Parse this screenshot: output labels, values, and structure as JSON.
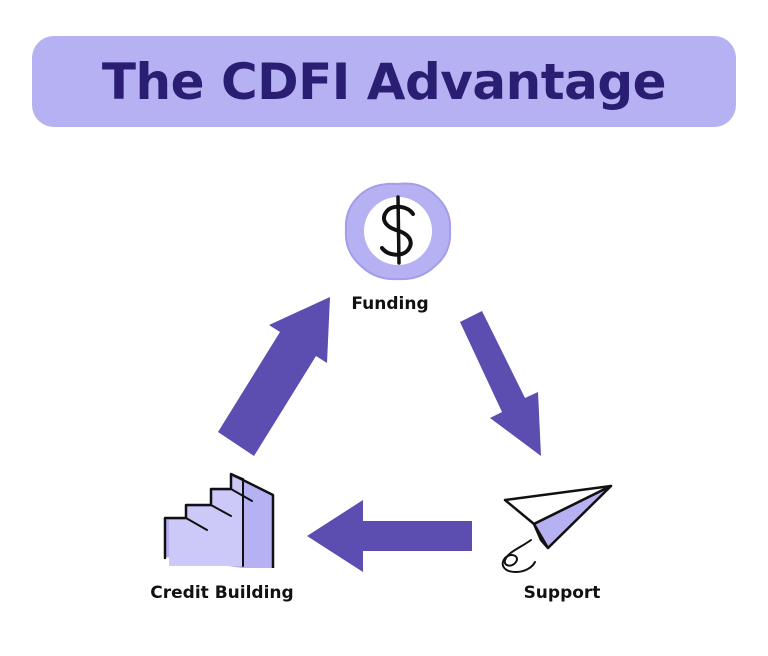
{
  "title": "The CDFI Advantage",
  "nodes": {
    "funding": {
      "label": "Funding",
      "icon": "dollar-coin-icon"
    },
    "support": {
      "label": "Support",
      "icon": "paper-plane-icon"
    },
    "credit_building": {
      "label": "Credit Building",
      "icon": "stairs-icon"
    }
  },
  "colors": {
    "banner": "#b6b1f3",
    "title_text": "#2a1e73",
    "arrow": "#5c4db1",
    "icon_fill": "#b6b1f3",
    "ink": "#111111"
  }
}
